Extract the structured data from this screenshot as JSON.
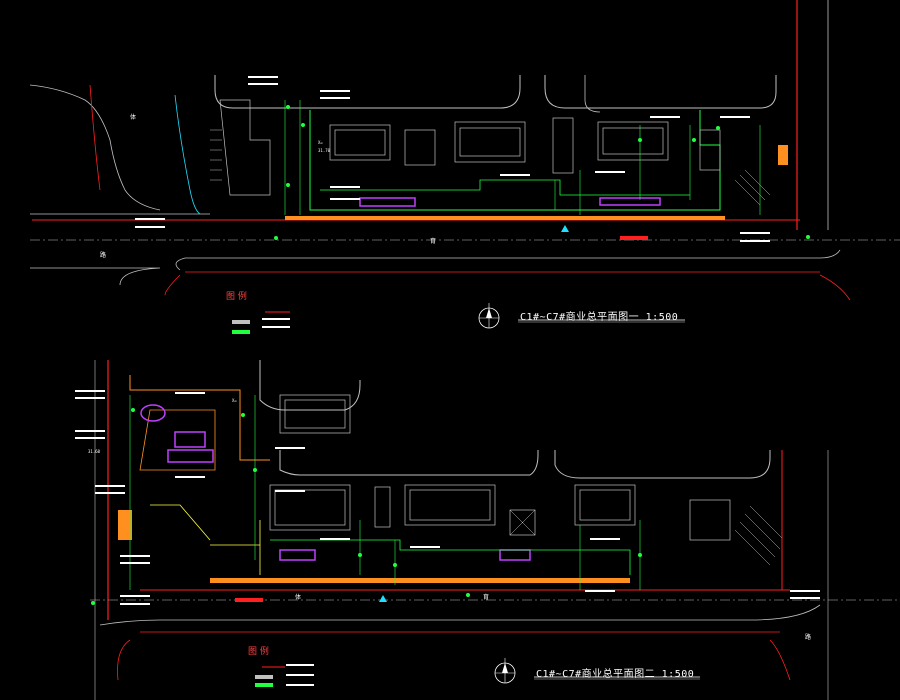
{
  "plan_one": {
    "title": "C1#~C7#商业总平面图一   1:500",
    "legend_title": "图 例",
    "road_labels": [
      "体",
      "育",
      "路"
    ],
    "coord_label": "X=",
    "elev_label": "31.70"
  },
  "plan_two": {
    "title": "C1#~C7#商业总平面图二   1:500",
    "legend_title": "图 例",
    "road_labels": [
      "体",
      "育",
      "路"
    ],
    "coord_label": "X=",
    "elev_label": "31.60"
  },
  "colors": {
    "background": "#000000",
    "road": "#ffffff",
    "building": "#c0c0c0",
    "redline": "#ff2020",
    "green": "#20ff40",
    "magenta": "#c040ff",
    "orange": "#ff9020",
    "cyan": "#20e0ff"
  },
  "icons": [
    "north-arrow-icon"
  ]
}
